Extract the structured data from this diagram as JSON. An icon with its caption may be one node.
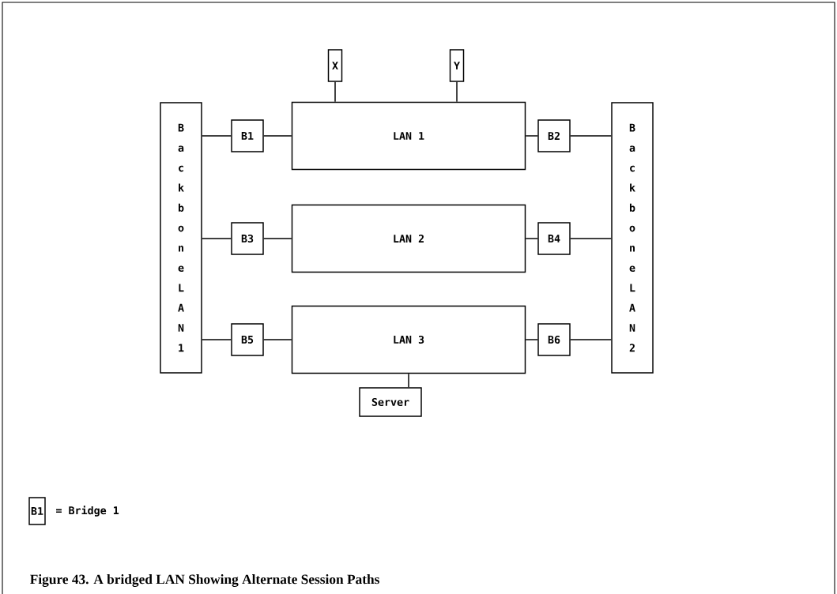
{
  "diagram": {
    "caption": "Figure 43. A bridged LAN Showing Alternate Session Paths",
    "nodes": [
      {
        "text": [
          "X"
        ]
      },
      {
        "text": [
          "Y"
        ]
      },
      {
        "text": [
          "Backbone LAN 1"
        ]
      },
      {
        "text": [
          "B1"
        ]
      },
      {
        "text": [
          "LAN 1"
        ]
      },
      {
        "text": [
          "B2"
        ]
      },
      {
        "text": [
          "Backbone LAN 2"
        ]
      },
      {
        "text": [
          "B3"
        ]
      },
      {
        "text": [
          "LAN 2"
        ]
      },
      {
        "text": [
          "B4"
        ]
      },
      {
        "text": [
          "B5"
        ]
      },
      {
        "text": [
          "LAN 3"
        ]
      },
      {
        "text": [
          "B6"
        ]
      },
      {
        "text": [
          "Server"
        ]
      },
      {
        "text": [
          "B1"
        ],
        "beside": [
          "= Bridge 1"
        ]
      }
    ],
    "edges": [
      {
        "from": 0,
        "to": 4,
        "arrow": "none"
      },
      {
        "from": 1,
        "to": 4,
        "arrow": "none"
      },
      {
        "from": 2,
        "to": 3,
        "arrow": "none"
      },
      {
        "from": 3,
        "to": 4,
        "arrow": "none"
      },
      {
        "from": 4,
        "to": 5,
        "arrow": "none"
      },
      {
        "from": 5,
        "to": 6,
        "arrow": "none"
      },
      {
        "from": 2,
        "to": 7,
        "arrow": "none"
      },
      {
        "from": 7,
        "to": 8,
        "arrow": "none"
      },
      {
        "from": 8,
        "to": 9,
        "arrow": "none"
      },
      {
        "from": 9,
        "to": 6,
        "arrow": "none"
      },
      {
        "from": 2,
        "to": 10,
        "arrow": "none"
      },
      {
        "from": 10,
        "to": 11,
        "arrow": "none"
      },
      {
        "from": 11,
        "to": 12,
        "arrow": "none"
      },
      {
        "from": 12,
        "to": 6,
        "arrow": "none"
      },
      {
        "from": 11,
        "to": 13,
        "arrow": "none"
      }
    ]
  }
}
